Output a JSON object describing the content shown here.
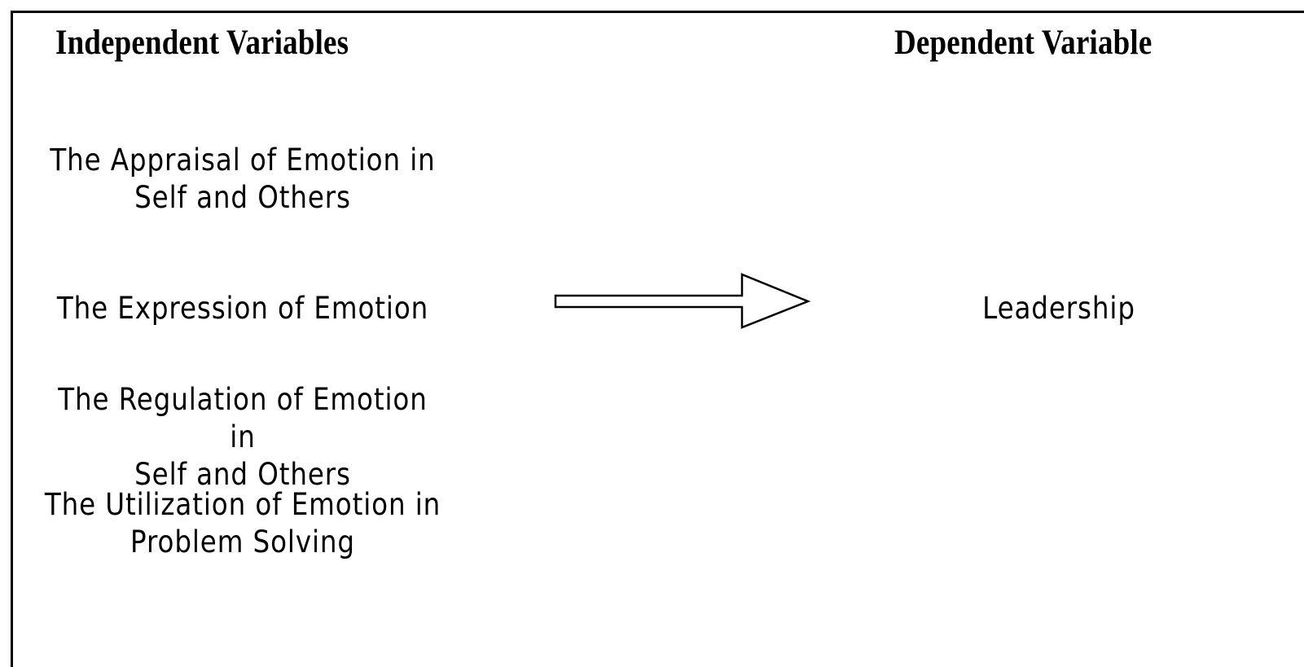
{
  "headings": {
    "independent": "Independent Variables",
    "dependent": "Dependent Variable"
  },
  "independent_variables": [
    "The Appraisal of Emotion in\nSelf and Others",
    "The Expression of Emotion",
    "The Regulation of Emotion in\nSelf and Others",
    "The Utilization of Emotion in\nProblem Solving"
  ],
  "dependent_variables": [
    "Leadership"
  ],
  "arrow": {
    "icon": "right-arrow-icon",
    "stroke_color": "#000000",
    "fill_color": "#ffffff"
  }
}
